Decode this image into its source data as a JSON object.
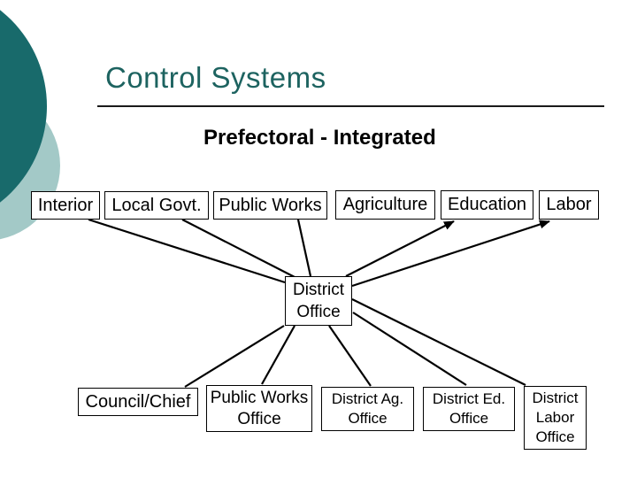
{
  "slide": {
    "title": "Control Systems",
    "subtitle": "Prefectoral - Integrated"
  },
  "colors": {
    "title": "#1d6360",
    "circle_dark": "#186a6b",
    "circle_light": "#a3c9c7",
    "connector": "#000000",
    "node_border": "#000000",
    "node_background": "#ffffff"
  },
  "diagram": {
    "ministries": [
      {
        "label": "Interior"
      },
      {
        "label": "Local Govt."
      },
      {
        "label": "Public Works"
      },
      {
        "label": "Agriculture"
      },
      {
        "label": "Education"
      },
      {
        "label": "Labor"
      }
    ],
    "center": {
      "label": "District Office"
    },
    "district_units": [
      {
        "label": "Council/Chief"
      },
      {
        "label": "Public Works Office"
      },
      {
        "label": "District Ag. Office"
      },
      {
        "label": "District Ed. Office"
      },
      {
        "label": "District Labor Office"
      }
    ]
  }
}
